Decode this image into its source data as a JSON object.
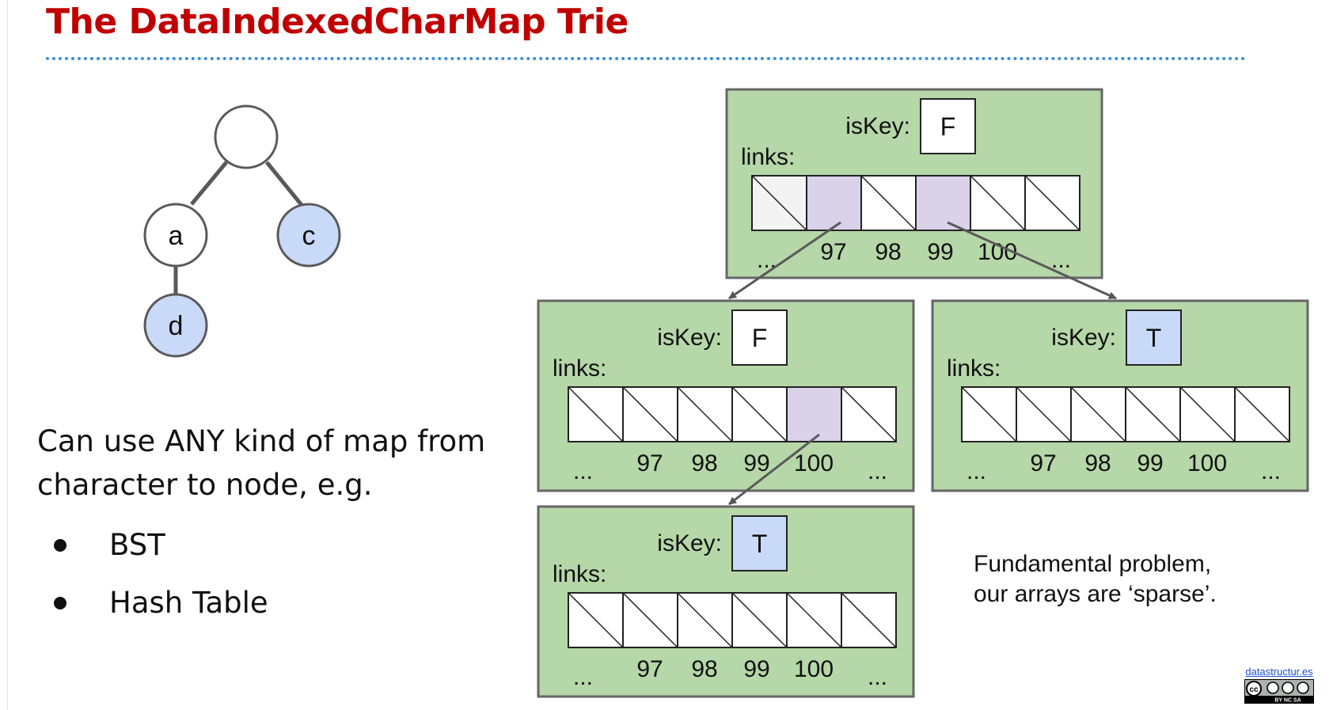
{
  "slide": {
    "title": "The DataIndexedCharMap Trie"
  },
  "tree": {
    "nodes": {
      "root": "",
      "a": "a",
      "c": "c",
      "d": "d"
    }
  },
  "caption": {
    "line1": "Can use ANY kind of map from",
    "line2": "character to node, e.g."
  },
  "bullets": [
    "BST",
    "Hash Table"
  ],
  "trie_nodes": {
    "top": {
      "iskey_label": "isKey:",
      "iskey_value": "F",
      "links_label": "links:",
      "indices": [
        "...",
        "97",
        "98",
        "99",
        "100",
        "..."
      ]
    },
    "a": {
      "iskey_label": "isKey:",
      "iskey_value": "F",
      "links_label": "links:",
      "indices": [
        "...",
        "97",
        "98",
        "99",
        "100",
        "..."
      ]
    },
    "c": {
      "iskey_label": "isKey:",
      "iskey_value": "T",
      "links_label": "links:",
      "indices": [
        "...",
        "97",
        "98",
        "99",
        "100",
        "..."
      ]
    },
    "d": {
      "iskey_label": "isKey:",
      "iskey_value": "T",
      "links_label": "links:",
      "indices": [
        "...",
        "97",
        "98",
        "99",
        "100",
        "..."
      ]
    }
  },
  "note": {
    "line1": "Fundamental problem,",
    "line2": "our arrays are ‘sparse’."
  },
  "credit": {
    "text": "datastructur.es",
    "cc_label": "BY NC SA"
  },
  "colors": {
    "title_red": "#c00000",
    "dotted_blue": "#3b8fd6",
    "node_green": "#b6d7a8",
    "key_blue": "#c9daf8",
    "link_purple": "#d9d2e9",
    "null_gray": "#f3f3f3"
  }
}
